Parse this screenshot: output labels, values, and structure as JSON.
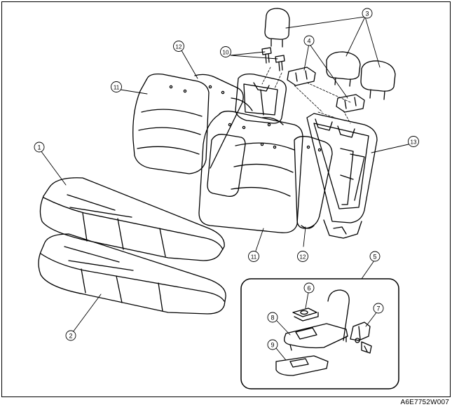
{
  "diagram": {
    "drawing_code": "A6E7752W007",
    "callouts": [
      {
        "id": "c1",
        "label": "1"
      },
      {
        "id": "c2",
        "label": "2"
      },
      {
        "id": "c3",
        "label": "3"
      },
      {
        "id": "c4",
        "label": "4"
      },
      {
        "id": "c5",
        "label": "5"
      },
      {
        "id": "c6",
        "label": "6"
      },
      {
        "id": "c7",
        "label": "7"
      },
      {
        "id": "c8",
        "label": "8"
      },
      {
        "id": "c9",
        "label": "9"
      },
      {
        "id": "c10",
        "label": "10"
      },
      {
        "id": "c11a",
        "label": "11"
      },
      {
        "id": "c11b",
        "label": "11"
      },
      {
        "id": "c12a",
        "label": "12"
      },
      {
        "id": "c12b",
        "label": "12"
      },
      {
        "id": "c13",
        "label": "13"
      }
    ]
  }
}
